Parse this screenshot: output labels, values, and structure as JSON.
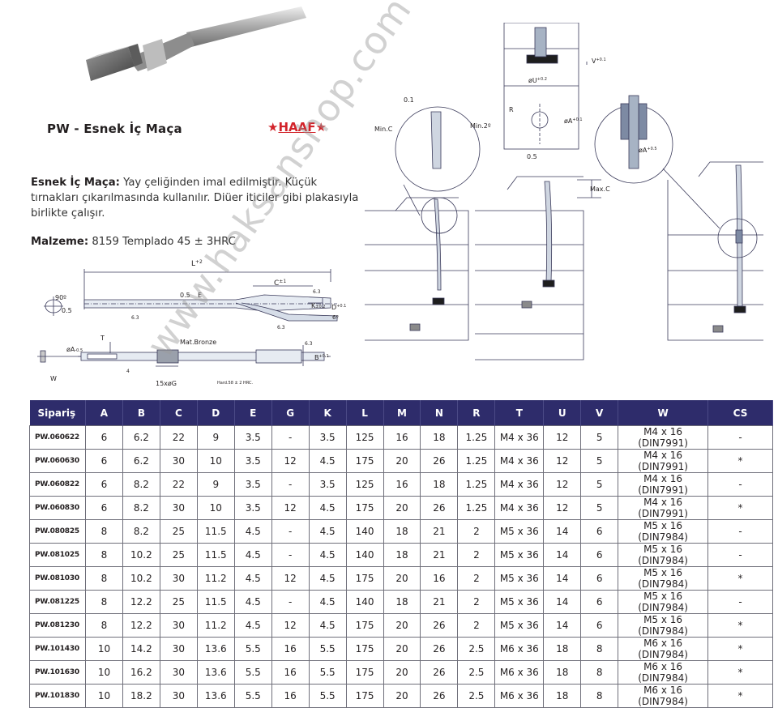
{
  "header": {
    "title": "PW  - Esnek İç Maça",
    "brand": "HAAF",
    "brand_star": "★"
  },
  "description": {
    "label": "Esnek İç Maça:",
    "text": "Yay çeliğinden imal edilmiştir. Küçük tırnakları çıkarılmasında kullanılır. Diüer iticiler gibi plakasıyla birlikte çalışır."
  },
  "material": {
    "label": "Malzeme:",
    "text": "8159 Templado 45 ± 3HRC"
  },
  "drawing_labels": {
    "L": "L",
    "L_tol": "+2",
    "C": "C",
    "C_tol": "±1",
    "angle90": "90º",
    "d05": "0.5",
    "d05b": "0.5",
    "E": "E",
    "K": "K",
    "K_tol": "±0.2",
    "D": "D",
    "D_tol": "+0.1",
    "r63": "6.3",
    "a6": "6º",
    "r63b": "6.3",
    "r63c": "6.3",
    "A": "øA",
    "A_tol": "-0.5",
    "T": "T",
    "W": "W",
    "bronze": "Mat.Bronze",
    "r4": "4",
    "G": "15xøG",
    "hard": "Hard.58 ± 2 HRC.",
    "B": "B",
    "B_tol": "+0.1",
    "r63d": "6.3"
  },
  "section_labels": {
    "V": "V",
    "V_tol": "+0.1",
    "U": "øU",
    "U_tol": "+0.2",
    "d01": "0.1",
    "minC": "Min.C",
    "min2": "Min.2º",
    "R": "R",
    "A1": "øA",
    "A1_tol": "+0.1",
    "d05": "0.5",
    "A2": "øA",
    "A2_tol": "+0.5",
    "maxC": "Max.C"
  },
  "watermark": "www.haksanshop.com",
  "table": {
    "headers": [
      "Sipariş",
      "A",
      "B",
      "C",
      "D",
      "E",
      "G",
      "K",
      "L",
      "M",
      "N",
      "R",
      "T",
      "U",
      "V",
      "W",
      "CS"
    ],
    "rows": [
      [
        "PW.060622",
        "6",
        "6.2",
        "22",
        "9",
        "3.5",
        "-",
        "3.5",
        "125",
        "16",
        "18",
        "1.25",
        "M4 x 36",
        "12",
        "5",
        "M4 x 16 (DIN7991)",
        "-"
      ],
      [
        "PW.060630",
        "6",
        "6.2",
        "30",
        "10",
        "3.5",
        "12",
        "4.5",
        "175",
        "20",
        "26",
        "1.25",
        "M4 x 36",
        "12",
        "5",
        "M4 x 16 (DIN7991)",
        "*"
      ],
      [
        "PW.060822",
        "6",
        "8.2",
        "22",
        "9",
        "3.5",
        "-",
        "3.5",
        "125",
        "16",
        "18",
        "1.25",
        "M4 x 36",
        "12",
        "5",
        "M4 x 16 (DIN7991)",
        "-"
      ],
      [
        "PW.060830",
        "6",
        "8.2",
        "30",
        "10",
        "3.5",
        "12",
        "4.5",
        "175",
        "20",
        "26",
        "1.25",
        "M4 x 36",
        "12",
        "5",
        "M4 x 16 (DIN7991)",
        "*"
      ],
      [
        "PW.080825",
        "8",
        "8.2",
        "25",
        "11.5",
        "4.5",
        "-",
        "4.5",
        "140",
        "18",
        "21",
        "2",
        "M5 x 36",
        "14",
        "6",
        "M5 x 16 (DIN7984)",
        "-"
      ],
      [
        "PW.081025",
        "8",
        "10.2",
        "25",
        "11.5",
        "4.5",
        "-",
        "4.5",
        "140",
        "18",
        "21",
        "2",
        "M5 x 36",
        "14",
        "6",
        "M5 x 16 (DIN7984)",
        "-"
      ],
      [
        "PW.081030",
        "8",
        "10.2",
        "30",
        "11.2",
        "4.5",
        "12",
        "4.5",
        "175",
        "20",
        "16",
        "2",
        "M5 x 36",
        "14",
        "6",
        "M5 x 16 (DIN7984)",
        "*"
      ],
      [
        "PW.081225",
        "8",
        "12.2",
        "25",
        "11.5",
        "4.5",
        "-",
        "4.5",
        "140",
        "18",
        "21",
        "2",
        "M5 x 36",
        "14",
        "6",
        "M5 x 16 (DIN7984)",
        "-"
      ],
      [
        "PW.081230",
        "8",
        "12.2",
        "30",
        "11.2",
        "4.5",
        "12",
        "4.5",
        "175",
        "20",
        "26",
        "2",
        "M5 x 36",
        "14",
        "6",
        "M5 x 16 (DIN7984)",
        "*"
      ],
      [
        "PW.101430",
        "10",
        "14.2",
        "30",
        "13.6",
        "5.5",
        "16",
        "5.5",
        "175",
        "20",
        "26",
        "2.5",
        "M6 x 36",
        "18",
        "8",
        "M6 x 16 (DIN7984)",
        "*"
      ],
      [
        "PW.101630",
        "10",
        "16.2",
        "30",
        "13.6",
        "5.5",
        "16",
        "5.5",
        "175",
        "20",
        "26",
        "2.5",
        "M6 x 36",
        "18",
        "8",
        "M6 x 16 (DIN7984)",
        "*"
      ],
      [
        "PW.101830",
        "10",
        "18.2",
        "30",
        "13.6",
        "5.5",
        "16",
        "5.5",
        "175",
        "20",
        "26",
        "2.5",
        "M6 x 36",
        "18",
        "8",
        "M6 x 16 (DIN7984)",
        "*"
      ]
    ]
  }
}
